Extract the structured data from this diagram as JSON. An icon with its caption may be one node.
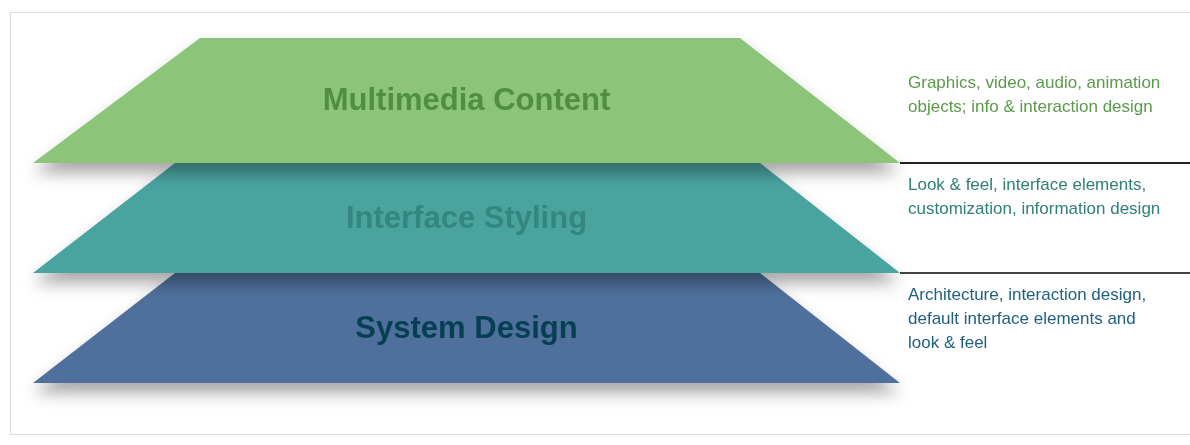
{
  "diagram": {
    "nodes": [
      {
        "text": [
          "Multimedia Content"
        ],
        "beside": [
          "Graphics, video, audio, animation objects; info & interaction design"
        ]
      },
      {
        "text": [
          "Interface Styling"
        ],
        "beside": [
          "Look & feel, interface elements, customization, information design"
        ]
      },
      {
        "text": [
          "System Design"
        ],
        "beside": [
          "Architecture, interaction design, default interface elements and look & feel"
        ]
      }
    ]
  }
}
